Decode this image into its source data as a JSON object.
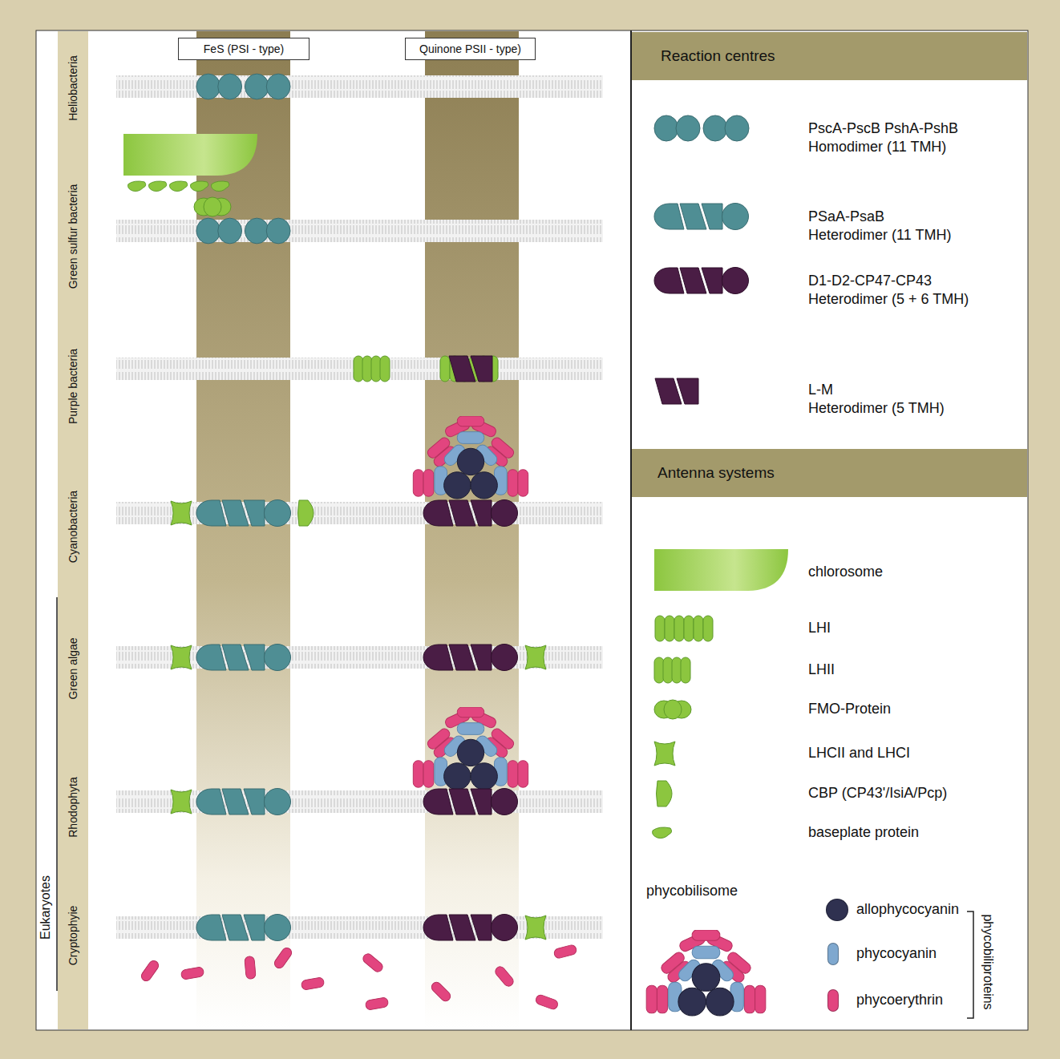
{
  "diagram": {
    "nodes": [
      {
        "text": [
          "FeS (PSI - type)"
        ]
      },
      {
        "text": [
          "Quinone PSII - type)"
        ]
      },
      {
        "text": [
          "Reaction centres"
        ]
      },
      {
        "text": [
          "Antenna systems"
        ]
      }
    ],
    "labels": [
      "Heliobacteria",
      "Green sulfur bacteria",
      "Purple bacteria",
      "Cyanobacteria",
      "Green algae",
      "Rhodophyta",
      "Cryptophyie",
      "Eukaryotes",
      "phycobiliproteins"
    ],
    "legend": [
      {
        "text": "PscA-PscB PshA-PshB Homodimer (11 TMH)"
      },
      {
        "text": "PSaA-PsaB Heterodimer (11 TMH)"
      },
      {
        "text": "D1-D2-CP47-CP43 Heterodimer (5 + 6 TMH)"
      },
      {
        "text": "L-M Heterodimer (5 TMH)"
      },
      {
        "text": "chlorosome"
      },
      {
        "text": "LHI"
      },
      {
        "text": "LHII"
      },
      {
        "text": "FMO-Protein"
      },
      {
        "text": "LHCII and LHCI"
      },
      {
        "text": "CBP (CP43'/IsiA/Pcp)"
      },
      {
        "text": "baseplate protein"
      },
      {
        "text": "phycobilisome"
      },
      {
        "text": "allophycocyanin",
        "color": "#2f3150"
      },
      {
        "text": "phycocyanin",
        "color": "#7fa8cf"
      },
      {
        "text": "phycoerythrin",
        "color": "#e2457f"
      }
    ]
  }
}
